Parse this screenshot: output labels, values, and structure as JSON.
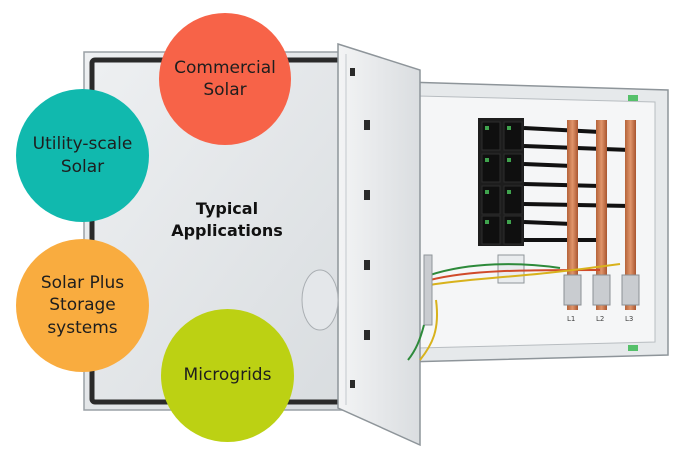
{
  "applications": {
    "title": "Typical\nApplications",
    "commercial": {
      "label": "Commercial\nSolar",
      "color": "#f76348"
    },
    "utility": {
      "label": "Utility-scale\nSolar",
      "color": "#11b9ae"
    },
    "storage": {
      "label": "Solar Plus\nStorage\nsystems",
      "color": "#f9ac3f"
    },
    "microgrids": {
      "label": "Microgrids",
      "color": "#bcd113"
    }
  },
  "product": {
    "busbar_labels": [
      "L1",
      "L2",
      "L3"
    ]
  }
}
